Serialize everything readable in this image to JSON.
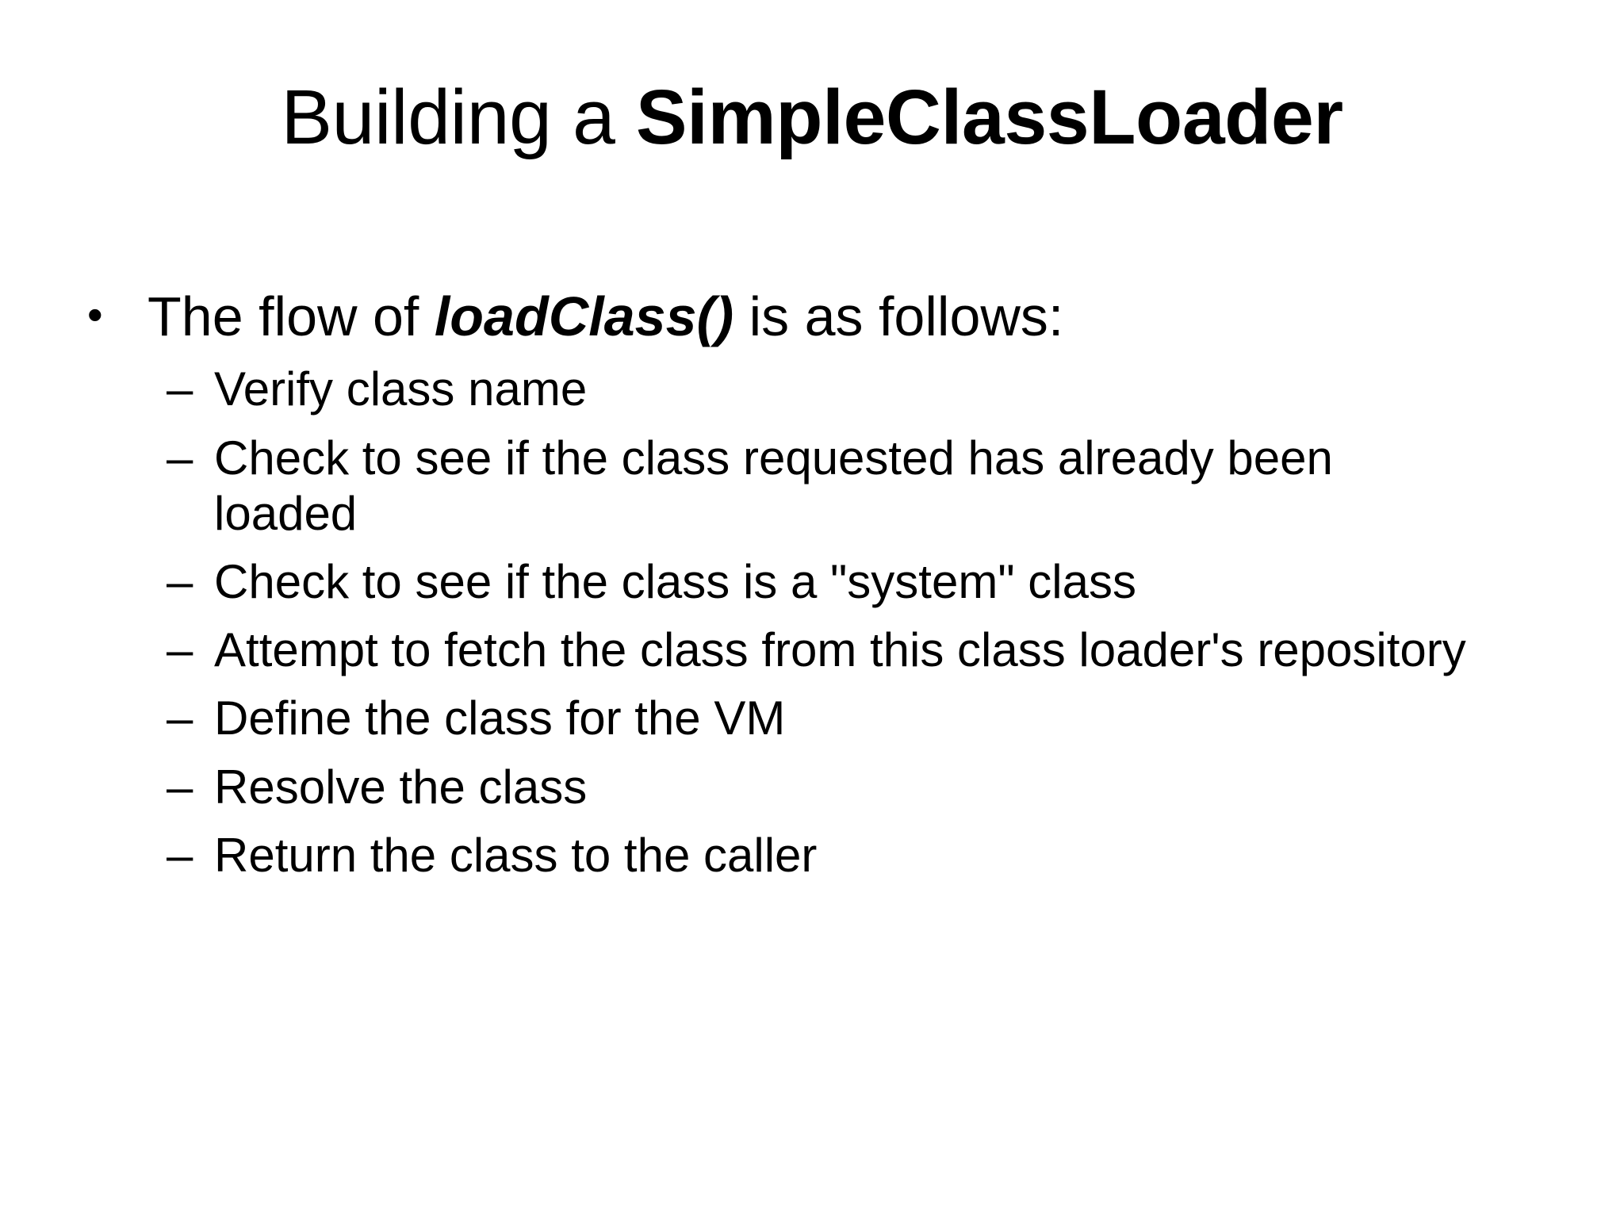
{
  "slide": {
    "background_color": "#FFFFFF",
    "text_color": "#000000",
    "title": {
      "plain_prefix": "Building a ",
      "bold_suffix": "SimpleClassLoader",
      "full_text": "Building a SimpleClassLoader"
    },
    "body": {
      "level1": {
        "marker": "•",
        "prefix": "The flow of ",
        "emphasis": "loadClass()",
        "suffix": " is as follows:",
        "full_text": "The flow of loadClass() is as follows:"
      },
      "level2_marker": "–",
      "level2_items": [
        {
          "text": "Verify class name"
        },
        {
          "text": "Check to see if the class requested has already been loaded"
        },
        {
          "text": "Check to see if the class is a \"system\" class"
        },
        {
          "text": "Attempt to fetch the class from this class loader's repository"
        },
        {
          "text": "Define the class for the VM"
        },
        {
          "text": "Resolve the class"
        },
        {
          "text": "Return the class to the caller"
        }
      ]
    }
  }
}
